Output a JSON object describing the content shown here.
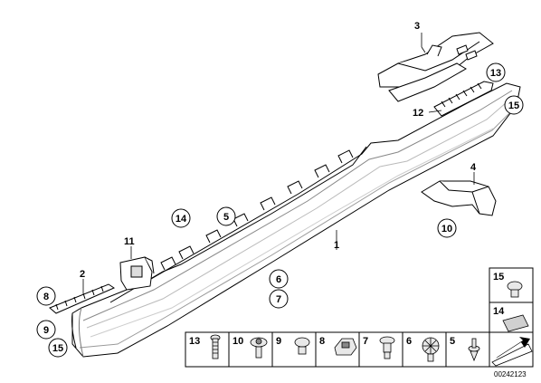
{
  "part_labels": {
    "p1": "1",
    "p2": "2",
    "p3": "3",
    "p4": "4",
    "p11": "11",
    "p12": "12"
  },
  "circle_labels": {
    "c13": "13",
    "c15_top": "15",
    "c14": "14",
    "c5": "5",
    "c10": "10",
    "c6": "6",
    "c7": "7",
    "c8": "8",
    "c9": "9",
    "c15_bottom": "15"
  },
  "legend_row": [
    {
      "num": "13",
      "icon": "bolt-icon"
    },
    {
      "num": "10",
      "icon": "screw-nut-icon"
    },
    {
      "num": "9",
      "icon": "clip-nut-icon"
    },
    {
      "num": "8",
      "icon": "spring-clip-icon"
    },
    {
      "num": "7",
      "icon": "expanding-rivet-icon"
    },
    {
      "num": "6",
      "icon": "rosette-clip-icon"
    },
    {
      "num": "5",
      "icon": "push-rivet-icon"
    }
  ],
  "legend_side": [
    {
      "num": "15",
      "icon": "plug-clip-icon"
    },
    {
      "num": "14",
      "icon": "foil-pad-icon"
    }
  ],
  "document_number": "00242123"
}
